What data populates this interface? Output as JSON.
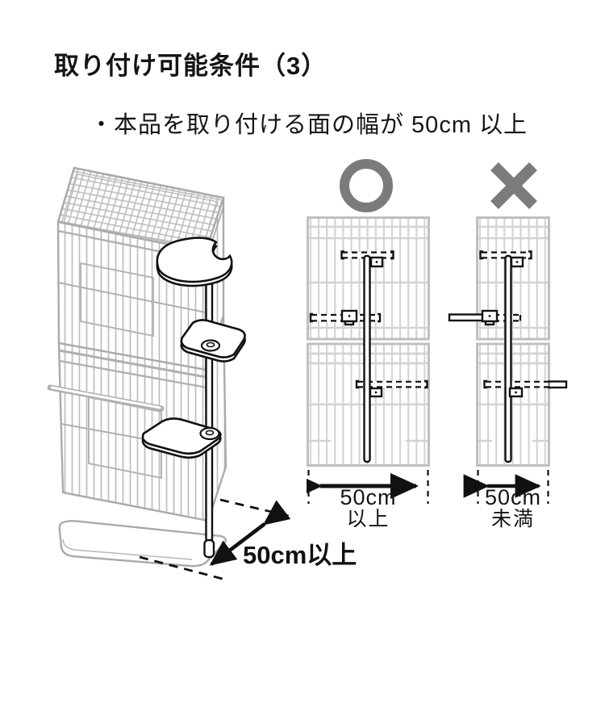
{
  "header": {
    "title": "取り付け可能条件（3）"
  },
  "condition": {
    "bullet_text": "・本品を取り付ける面の幅が 50cm 以上"
  },
  "cage_illustration": {
    "description": "wire pet cage with pole-mounted cat steps",
    "floor_width_label": "50cm以上"
  },
  "comparison": {
    "ok_panel": {
      "mark_icon": "ok-circle",
      "width_line1": "50cm",
      "width_line2": "以上"
    },
    "ng_panel": {
      "mark_icon": "ng-cross",
      "width_line1": "50cm",
      "width_line2": "未満"
    }
  },
  "colors": {
    "text": "#151515",
    "mark_gray": "#7b7b7b",
    "line_art_gray": "#b0b0b0",
    "grid_gray": "#d2d2d2",
    "overlay_black": "#111111"
  }
}
